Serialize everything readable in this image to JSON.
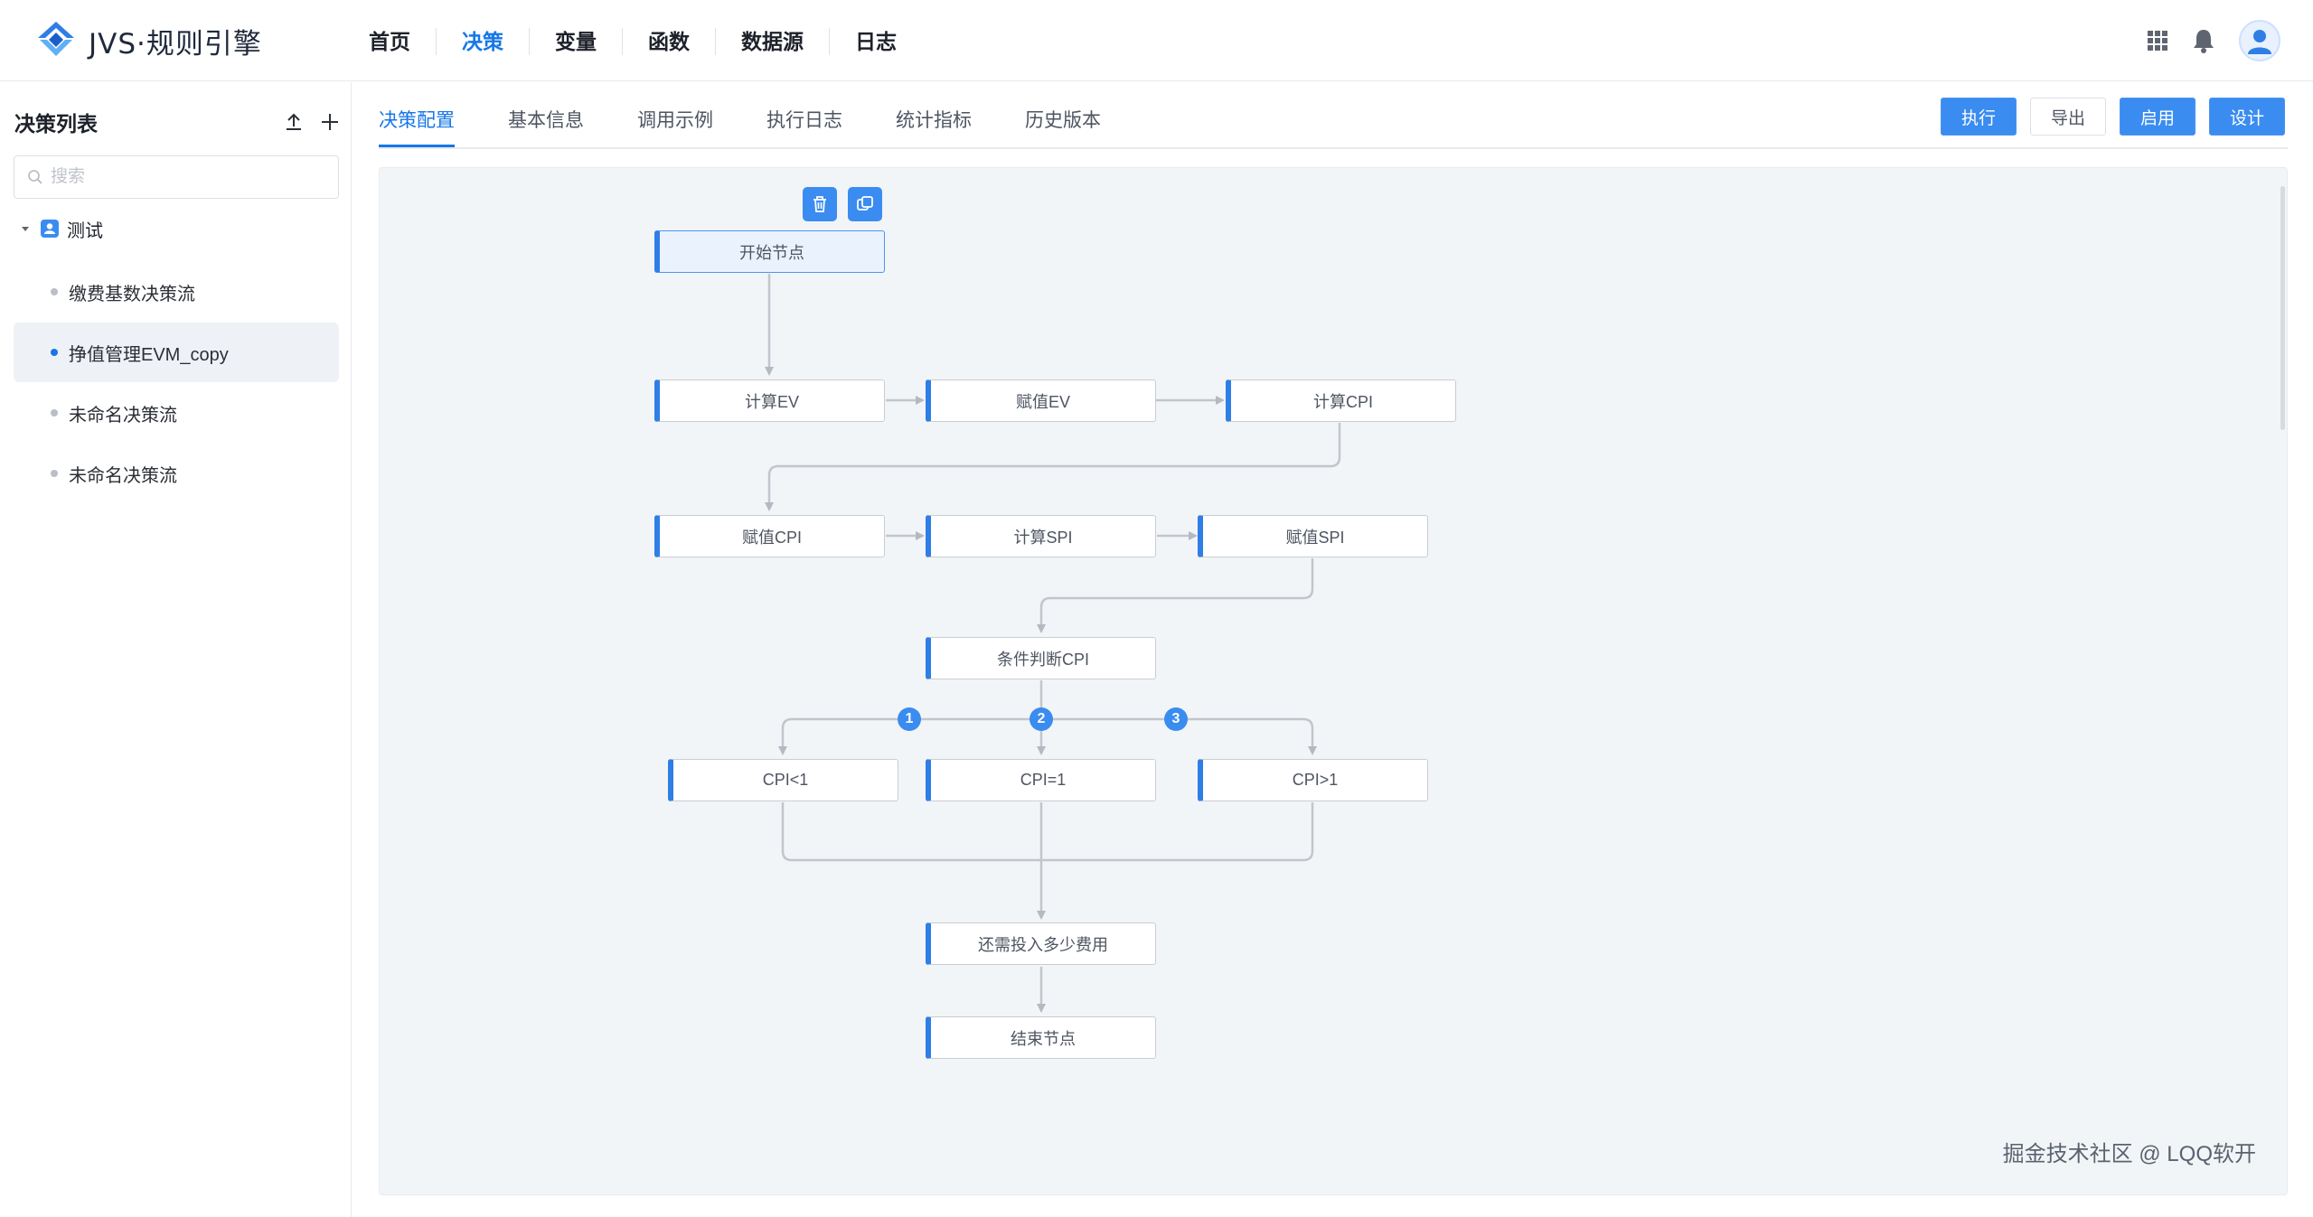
{
  "app": {
    "logo_text": "JVS·规则引擎"
  },
  "nav": [
    "首页",
    "决策",
    "变量",
    "函数",
    "数据源",
    "日志"
  ],
  "sidebar": {
    "title": "决策列表",
    "search_placeholder": "搜索",
    "folder": "测试",
    "items": [
      "缴费基数决策流",
      "挣值管理EVM_copy",
      "未命名决策流",
      "未命名决策流"
    ]
  },
  "tabs": [
    "决策配置",
    "基本信息",
    "调用示例",
    "执行日志",
    "统计指标",
    "历史版本"
  ],
  "actions": {
    "execute": "执行",
    "export": "导出",
    "enable": "启用",
    "design": "设计"
  },
  "flow": {
    "start": "开始节点",
    "calc_ev": "计算EV",
    "assign_ev": "赋值EV",
    "calc_cpi": "计算CPI",
    "assign_cpi": "赋值CPI",
    "calc_spi": "计算SPI",
    "assign_spi": "赋值SPI",
    "condition": "条件判断CPI",
    "cpi_lt1": "CPI<1",
    "cpi_eq1": "CPI=1",
    "cpi_gt1": "CPI>1",
    "cost": "还需投入多少费用",
    "end": "结束节点",
    "branches": [
      "1",
      "2",
      "3"
    ]
  },
  "watermark": "掘金技术社区 @ LQQ软开",
  "colors": {
    "accent": "#1677e8",
    "node_border": "#2f7ee6",
    "canvas_bg": "#f2f5f7"
  }
}
